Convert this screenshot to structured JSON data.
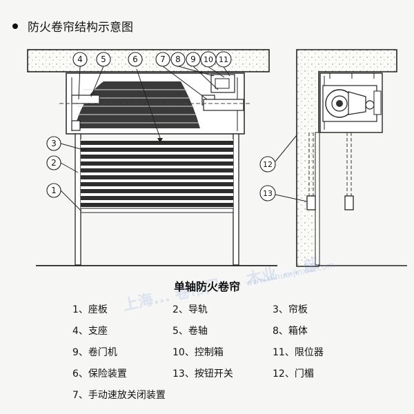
{
  "header": {
    "title": "防火卷帘结构示意图"
  },
  "diagram": {
    "caption": "单轴防火卷帘",
    "callouts": [
      "4",
      "5",
      "6",
      "7",
      "8",
      "9",
      "10",
      "11",
      "3",
      "2",
      "1",
      "12",
      "13"
    ]
  },
  "legend": [
    {
      "num": "1",
      "label": "座板"
    },
    {
      "num": "2",
      "label": "导轨"
    },
    {
      "num": "3",
      "label": "帘板"
    },
    {
      "num": "4",
      "label": "支座"
    },
    {
      "num": "5",
      "label": "卷轴"
    },
    {
      "num": "8",
      "label": "箱体"
    },
    {
      "num": "9",
      "label": "卷门机"
    },
    {
      "num": "10",
      "label": "控制箱"
    },
    {
      "num": "11",
      "label": "限位器"
    },
    {
      "num": "6",
      "label": "保险装置"
    },
    {
      "num": "13",
      "label": "按钮开关"
    },
    {
      "num": "12",
      "label": "门楣"
    },
    {
      "num": "7",
      "label": "手动速放关闭装置"
    }
  ],
  "watermark": {
    "text": "上海... 卷帘门 ... 木业 ... 部",
    "url": "www.nihua.jinxiu.com"
  }
}
